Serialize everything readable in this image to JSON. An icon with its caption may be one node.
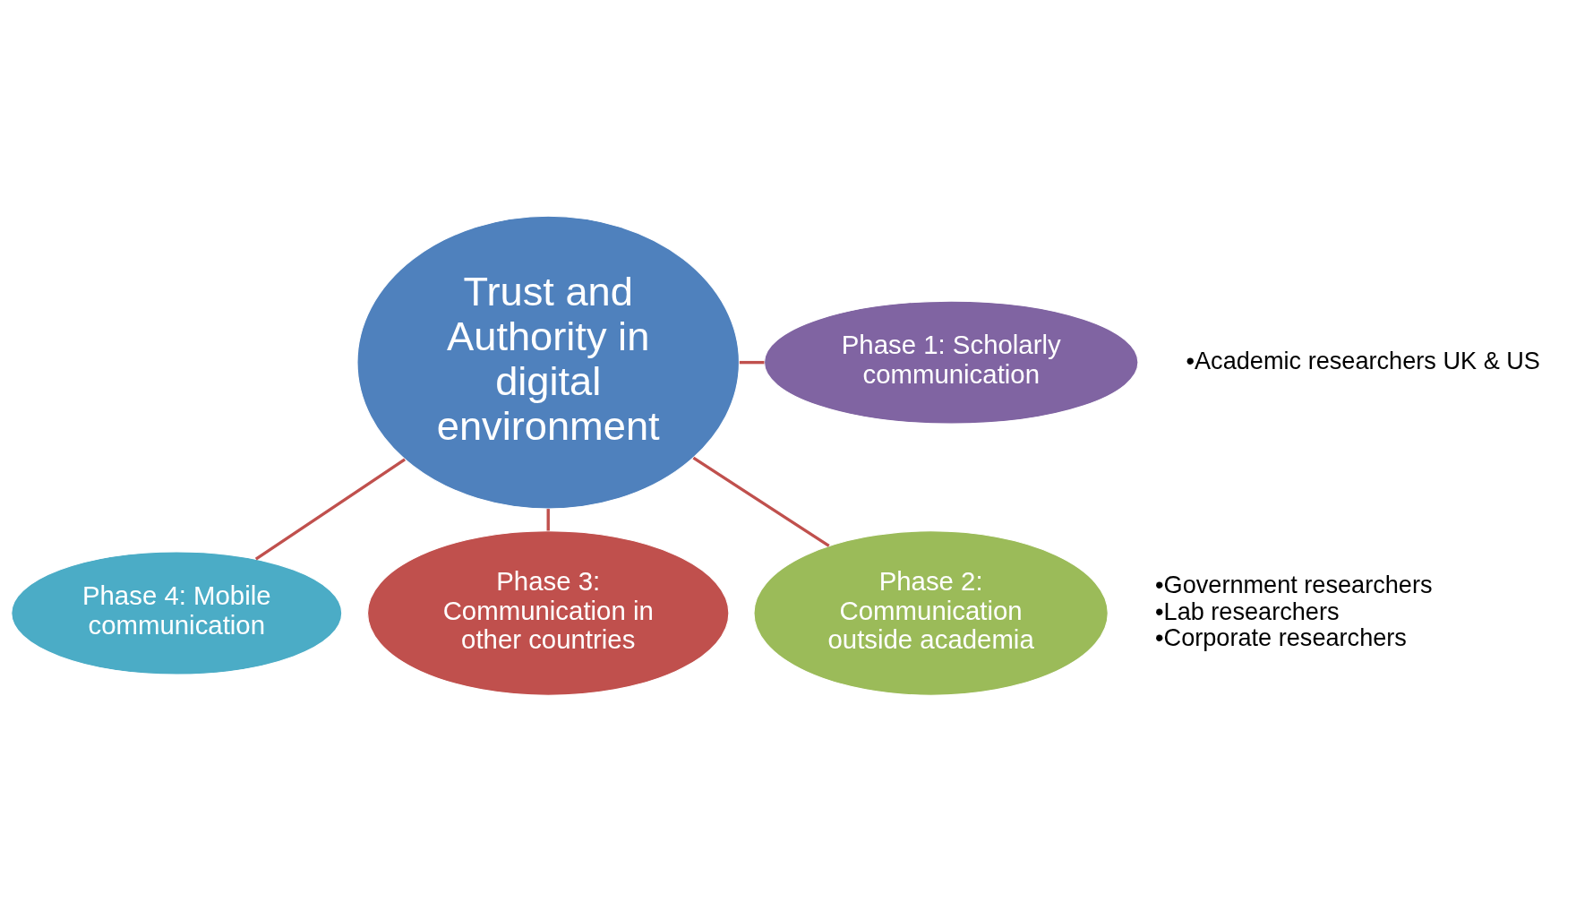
{
  "diagram": {
    "nodes": [
      {
        "text": [
          "Trust and Authority in digital environment"
        ]
      },
      {
        "text": [
          "Phase 1: Scholarly communication"
        ],
        "beside": [
          "•Academic researchers UK & US"
        ]
      },
      {
        "text": [
          "Phase 2:",
          "Communication outside academia"
        ],
        "beside": [
          "•Government researchers",
          "•Lab researchers",
          "•Corporate researchers"
        ]
      },
      {
        "text": [
          "Phase 3: Communication in other countries"
        ]
      },
      {
        "text": [
          "Phase 4: Mobile communication"
        ]
      }
    ],
    "edges": [
      {
        "from": 0,
        "to": 1,
        "arrow": "none"
      },
      {
        "from": 0,
        "to": 2,
        "arrow": "none"
      },
      {
        "from": 0,
        "to": 3,
        "arrow": "none"
      },
      {
        "from": 0,
        "to": 4,
        "arrow": "none"
      }
    ]
  }
}
